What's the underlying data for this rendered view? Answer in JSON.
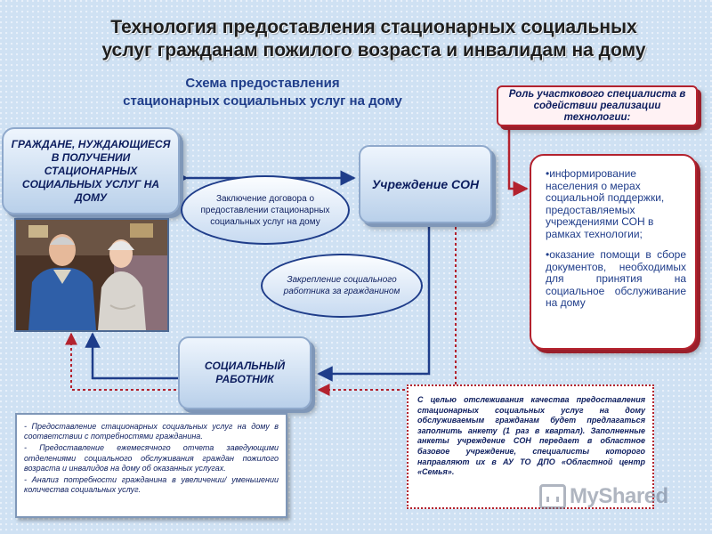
{
  "title": {
    "line1": "Технология предоставления стационарных социальных",
    "line2": "услуг гражданам пожилого возраста и инвалидам на дому"
  },
  "subtitle": {
    "line1": "Схема предоставления",
    "line2": "стационарных социальных услуг на дому"
  },
  "nodes": {
    "citizens": "ГРАЖДАНЕ, НУЖДАЮЩИЕСЯ В ПОЛУЧЕНИИ СТАЦИОНАРНЫХ СОЦИАЛЬНЫХ УСЛУГ НА ДОМУ",
    "institution": "Учреждение СОН",
    "social_worker": "СОЦИАЛЬНЫЙ РАБОТНИК",
    "contract": "Заключение договора о предоставлении стационарных социальных услуг на дому",
    "assignment": "Закрепление социального работника за гражданином"
  },
  "role": {
    "title": "Роль участкового специалиста в содействии реализации технологии:",
    "items": [
      "•информирование населения о мерах социальной поддержки, предоставляемых учреждениями СОН в рамках технологии;",
      "•оказание помощи в сборе документов, необходимых для принятия на социальное обслуживание на дому"
    ]
  },
  "left_note": {
    "items": [
      "- Предоставление стационарных социальных услуг на дому в соответствии с потребностями гражданина.",
      "- Предоставление ежемесячного отчета заведующими отделениями социального обслуживания граждан пожилого возраста и инвалидов на дому об оказанных услугах.",
      "- Анализ потребности гражданина в увеличении/ уменьшении количества социальных услуг."
    ]
  },
  "right_note": {
    "text": "С целью отслеживания качества предоставления стационарных социальных услуг на дому обслуживаемым гражданам будет предлагаться заполнить анкету (1 раз в квартал). Заполненные анкеты учреждение СОН передает в областное базовое учреждение, специалисты которого направляют их в АУ ТО ДПО «Областной центр «Семья»."
  },
  "watermark": "MyShared",
  "colors": {
    "background": "#cfe1f3",
    "dark_blue": "#1f3d8a",
    "red": "#b3222e"
  }
}
